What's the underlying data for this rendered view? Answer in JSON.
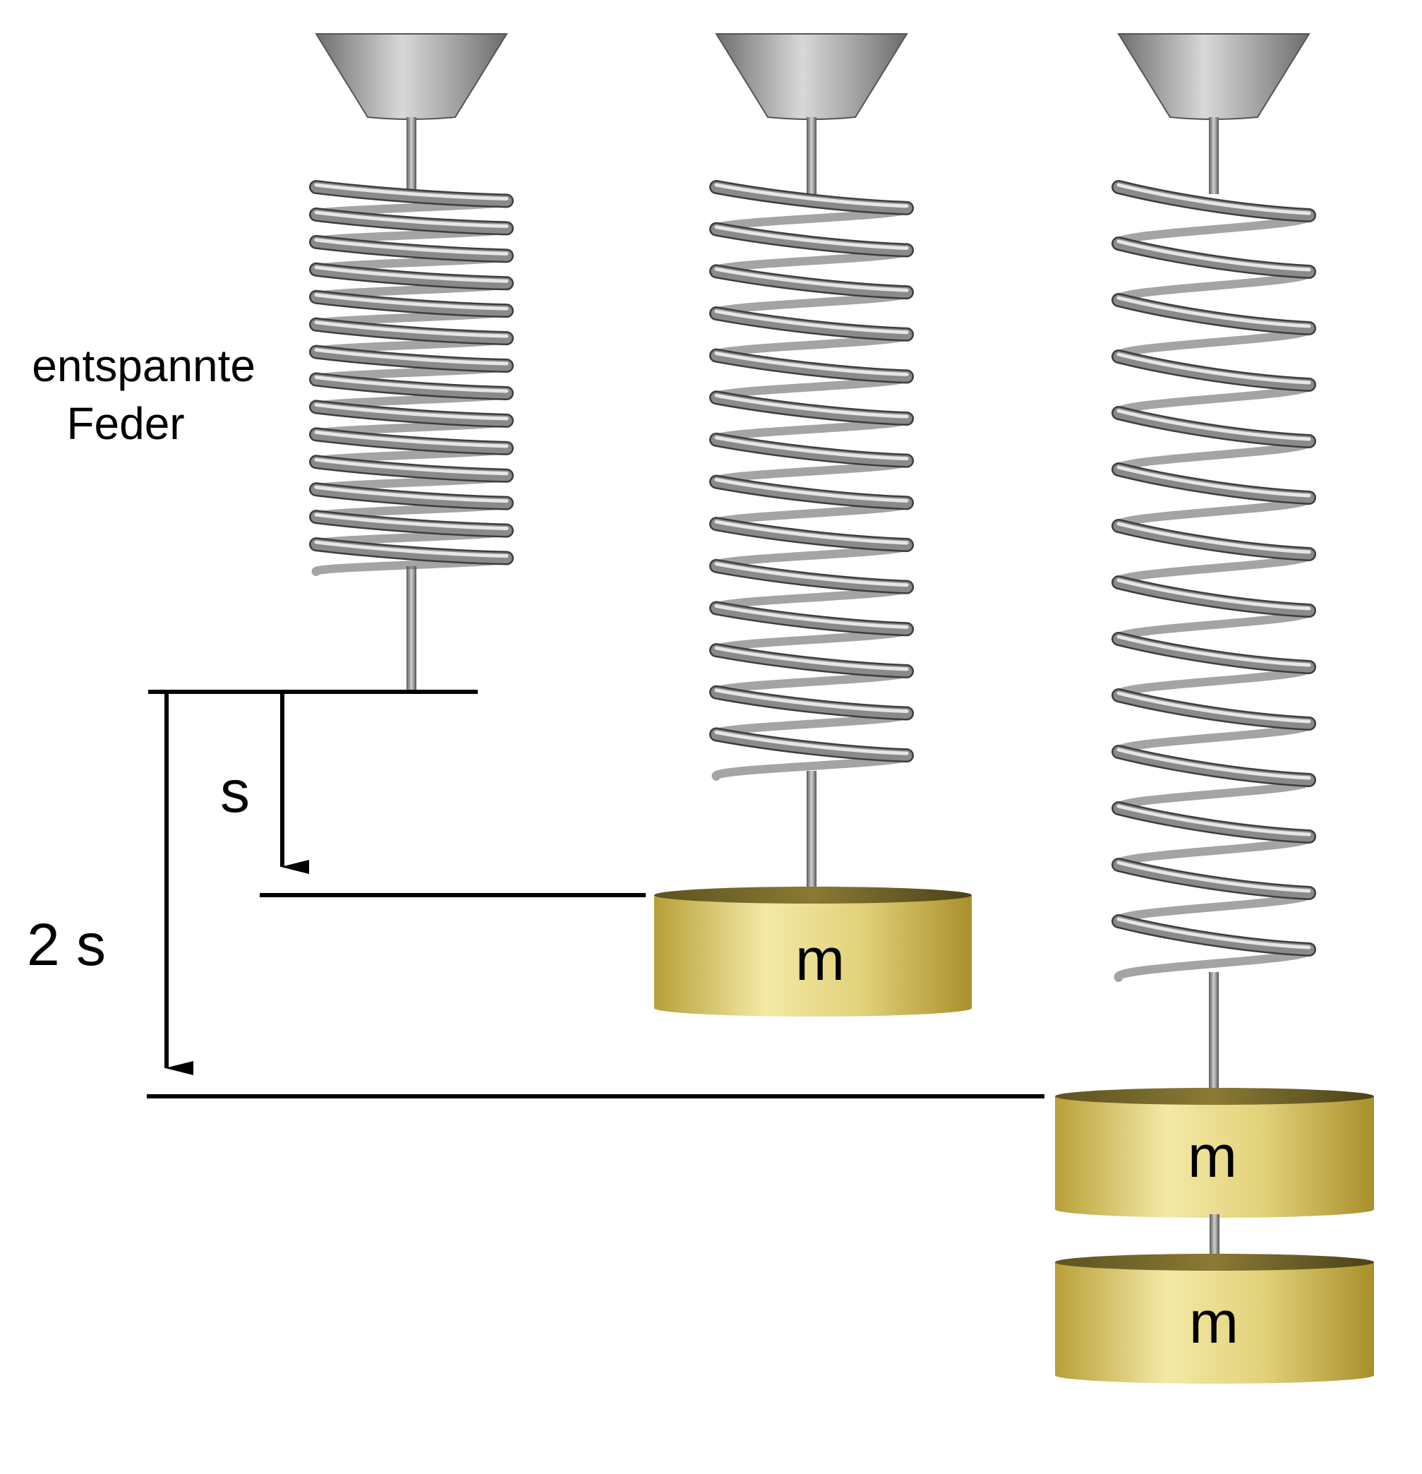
{
  "labels": {
    "unloaded_line1": "entspannte",
    "unloaded_line2": "Feder",
    "displacement_single": "s",
    "displacement_double": "2 s",
    "mass_label": "m"
  },
  "springs": [
    {
      "id": "unloaded",
      "masses": 0,
      "coils": 14
    },
    {
      "id": "one-mass",
      "masses": 1,
      "coils": 14
    },
    {
      "id": "two-masses",
      "masses": 2,
      "coils": 14
    }
  ],
  "colors": {
    "mount": "#8c8c8c",
    "spring_wire": "#6e6e6e",
    "mass_gold": "#c9b24a",
    "lines": "#000000"
  }
}
